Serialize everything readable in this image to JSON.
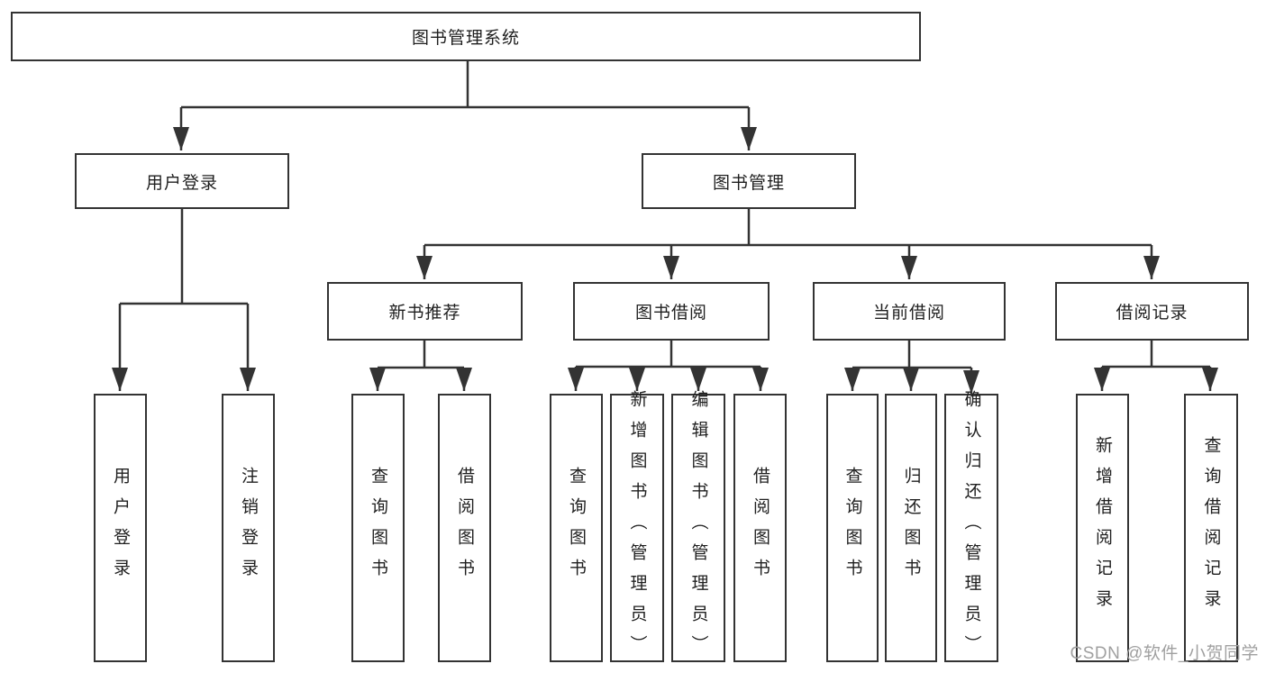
{
  "tree": {
    "label": "图书管理系统",
    "children": [
      {
        "label": "用户登录",
        "children": [
          {
            "label": "用户登录"
          },
          {
            "label": "注销登录"
          }
        ]
      },
      {
        "label": "图书管理",
        "children": [
          {
            "label": "新书推荐",
            "children": [
              {
                "label": "查询图书"
              },
              {
                "label": "借阅图书"
              }
            ]
          },
          {
            "label": "图书借阅",
            "children": [
              {
                "label": "查询图书"
              },
              {
                "label": "新增图书（管理员）"
              },
              {
                "label": "编辑图书（管理员）"
              },
              {
                "label": "借阅图书"
              }
            ]
          },
          {
            "label": "当前借阅",
            "children": [
              {
                "label": "查询图书"
              },
              {
                "label": "归还图书"
              },
              {
                "label": "确认归还（管理员）"
              }
            ]
          },
          {
            "label": "借阅记录",
            "children": [
              {
                "label": "新增借阅记录"
              },
              {
                "label": "查询借阅记录"
              }
            ]
          }
        ]
      }
    ]
  },
  "watermark": {
    "text": "CSDN @软件_小贺同学"
  },
  "colors": {
    "line": "#333333",
    "border": "#333333",
    "text": "#1f1f1f",
    "watermark": "#a0a0a0",
    "background": "#ffffff"
  }
}
